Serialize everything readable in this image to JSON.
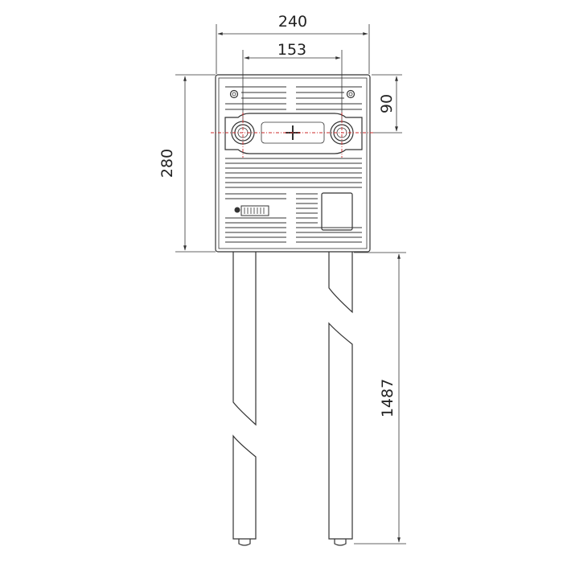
{
  "dimensions": {
    "width_total": "240",
    "center_distance": "153",
    "top_to_center": "90",
    "box_height": "280",
    "leg_length": "1487"
  },
  "colors": {
    "line": "#333333",
    "centerline": "#cc2a2a",
    "background": "#ffffff"
  },
  "logo": {
    "icon": "manufacturer-logo-icon"
  }
}
